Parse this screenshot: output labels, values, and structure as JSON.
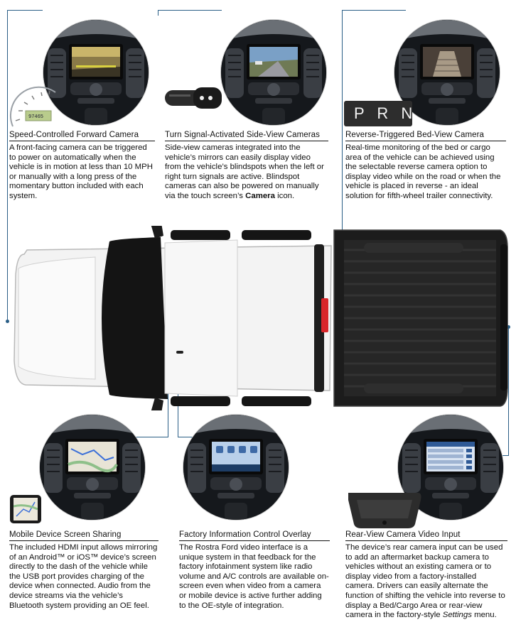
{
  "features": [
    {
      "title": "Speed-Controlled Forward Camera",
      "body": "A front-facing camera can be triggered to power on automatically when the vehicle is in motion at less than 10 MPH or manually with a long press of the momentary button included with each system."
    },
    {
      "title": "Turn Signal-Activated Side-View Cameras",
      "body_before": "Side-view cameras integrated into the vehicle’s mirrors can easily display video from the vehicle’s blindspots when the left or right turn signals are active. Blindspot cameras can also be powered on manually via the touch screen’s ",
      "body_bold": "Camera",
      "body_after": " icon."
    },
    {
      "title": "Reverse-Triggered Bed-View Camera",
      "body": "Real-time monitoring of the bed or cargo area of the vehicle can be achieved using the selectable reverse camera option to display video while on the road or when the vehicle is placed in reverse - an ideal solution for fifth-wheel trailer connectivity."
    },
    {
      "title": "Mobile Device Screen Sharing",
      "body": "The included HDMI input allows mirroring of an Android™ or iOS™ device’s screen directly to the dash of the vehicle while the USB port provides charging of the device when connected.  Audio from the device streams via the vehicle’s Bluetooth system providing an OE feel."
    },
    {
      "title": "Factory Information Control Overlay",
      "body": "The Rostra Ford video interface is a unique system in that feedback for the factory infotainment system like radio volume and A/C controls are available on-screen even when video from a camera or mobile device is active further adding to the OE-style of integration."
    },
    {
      "title": "Rear-View Camera Video Input",
      "body_before": "The device’s rear camera input can be used to add an aftermarket backup camera to vehicles without an existing camera or to display video from a factory-installed camera.  Drivers can easily alternate the function of shifting the vehicle into reverse to display a Bed/Cargo Area or rear-view camera in the factory-style ",
      "body_italic": "Settings",
      "body_after": " menu."
    }
  ],
  "gear_selector": "P R N",
  "cluster_readout": "97465",
  "colors": {
    "accent_line": "#2a5e86",
    "truck_body": "#f2f2f2",
    "bed": "#1c1c1c"
  }
}
